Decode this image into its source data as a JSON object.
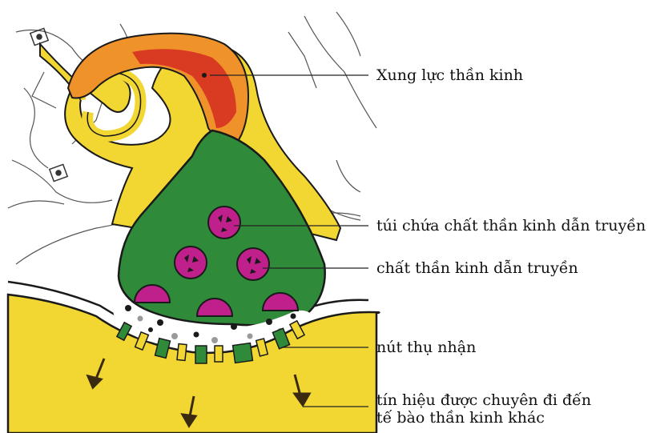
{
  "labels": {
    "nerve_impulse": "Xung lực thần kinh",
    "vesicle": "túi chứa chất thần kinh dẫn truyền",
    "neurotransmitter": "chất thần kinh dẫn truyền",
    "receptor": "nút thụ nhận",
    "signal_line1": "tín hiệu được chuyên đi đến",
    "signal_line2": "tế bào thần kinh khác"
  },
  "colors": {
    "impulse_red": "#d93a22",
    "impulse_orange": "#f0922a",
    "yellow": "#f2d733",
    "green": "#2f8a3a",
    "magenta": "#c0208c",
    "outline": "#1a1a1a"
  }
}
